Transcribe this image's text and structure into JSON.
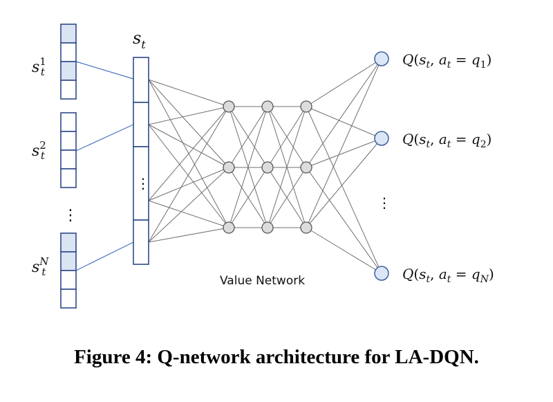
{
  "colors": {
    "box_stroke": "#2f4a8a",
    "box_highlight": "#dbe4f3",
    "box_plain": "#ffffff",
    "link_line": "#4a74c0",
    "edge": "#6f6f6f",
    "hidden_node_fill": "#dcdcdc",
    "hidden_node_stroke": "#555555",
    "output_node_fill": "#dbe6f6",
    "output_node_stroke": "#3b5f9e"
  },
  "input_groups": [
    {
      "label": {
        "base": "s",
        "sub": "t",
        "sup": "1"
      },
      "cells_highlighted": [
        true,
        false,
        true,
        false
      ]
    },
    {
      "label": {
        "base": "s",
        "sub": "t",
        "sup": "2"
      },
      "cells_highlighted": [
        false,
        false,
        false,
        false
      ]
    },
    {
      "label": {
        "base": "s",
        "sub": "t",
        "sup": "N"
      },
      "cells_highlighted": [
        true,
        true,
        false,
        false
      ]
    }
  ],
  "concat": {
    "label": {
      "base": "s",
      "sub": "t"
    }
  },
  "ellipsis": "⋮",
  "hidden_layers": 3,
  "hidden_nodes_per_layer": 3,
  "network_label": "Value Network",
  "outputs": [
    {
      "q": "q",
      "idx": "1"
    },
    {
      "q": "q",
      "idx": "2"
    },
    {
      "q": "q",
      "idx": "N"
    }
  ],
  "output_template": {
    "Q": "Q",
    "s": "s",
    "sub": "t",
    "a": "a",
    "eq": "="
  },
  "caption": "Figure 4: Q-network architecture for LA-DQN."
}
